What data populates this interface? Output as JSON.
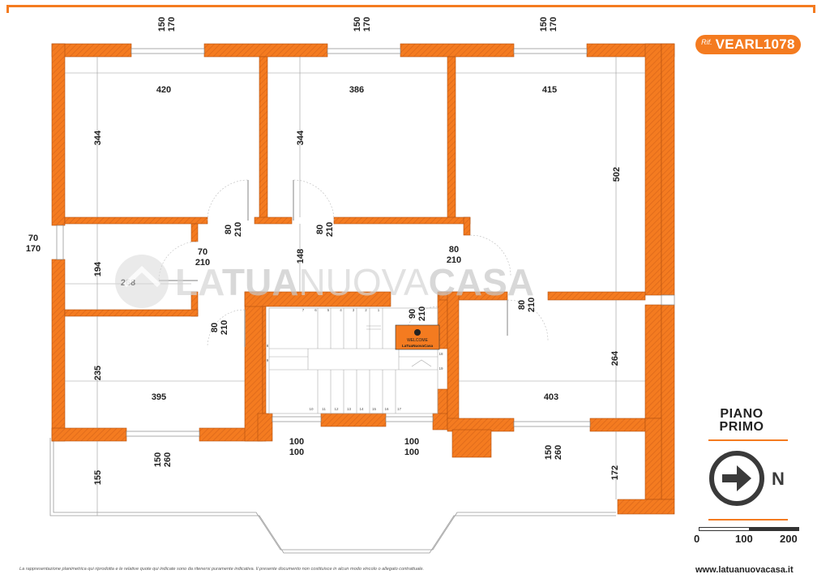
{
  "reference": {
    "prefix": "Rif.",
    "code": "VEARL1078"
  },
  "floor": {
    "line1": "PIANO",
    "line2": "PRIMO"
  },
  "north_label": "N",
  "scale": {
    "marks": [
      "0",
      "100",
      "200"
    ]
  },
  "watermark": {
    "part1": "LA",
    "part2": "TUA",
    "part3": "NUOVA",
    "part4": "CASA"
  },
  "welcome_sign": {
    "line1": "WELCOME",
    "line2": "LaTuaNuovaCasa"
  },
  "dimensions": {
    "win_top_left": [
      "150",
      "170"
    ],
    "win_top_mid": [
      "150",
      "170"
    ],
    "win_top_right": [
      "150",
      "170"
    ],
    "room_a_width": "420",
    "room_a_height": "344",
    "room_b_width": "386",
    "room_b_height": "344",
    "room_c_width": "415",
    "room_c_height": "502",
    "win_left": [
      "70",
      "170"
    ],
    "door_a": [
      "80",
      "210"
    ],
    "door_b": [
      "80",
      "210"
    ],
    "door_bath": [
      "70",
      "210"
    ],
    "door_right": [
      "80",
      "210"
    ],
    "corridor_height": "148",
    "bath_height": "194",
    "bath_width": "268",
    "door_d": [
      "80",
      "210"
    ],
    "door_stair": [
      "90",
      "210"
    ],
    "door_e": [
      "80",
      "210"
    ],
    "room_d_height": "235",
    "room_d_width": "395",
    "room_e_height": "264",
    "room_e_width": "403",
    "win_bottom_left": [
      "150",
      "260"
    ],
    "win_stair_a": [
      "100",
      "100"
    ],
    "win_stair_b": [
      "100",
      "100"
    ],
    "win_bottom_right": [
      "150",
      "260"
    ],
    "terrace_left": "155",
    "terrace_right": "172"
  },
  "stair_steps": {
    "top_row": [
      "7",
      "6",
      "5",
      "4",
      "3",
      "2",
      "1"
    ],
    "left_col": [
      "8",
      "9"
    ],
    "bottom_row": [
      "10",
      "11",
      "12",
      "13",
      "14",
      "15",
      "16",
      "17"
    ],
    "right_col": [
      "18",
      "19"
    ]
  },
  "disclaimer": "La rappresentazione planimetrica qui riprodotta e le relative quote qui indicate sono da ritenersi puramente indicativa. Il presente documento non costituisce in alcun modo vincolo o allegato contrattuale.",
  "website": "www.latuanuovacasa.it",
  "colors": {
    "accent": "#f47b20",
    "wall": "#f47b20",
    "hatch": "#c85a10",
    "text": "#222222"
  }
}
